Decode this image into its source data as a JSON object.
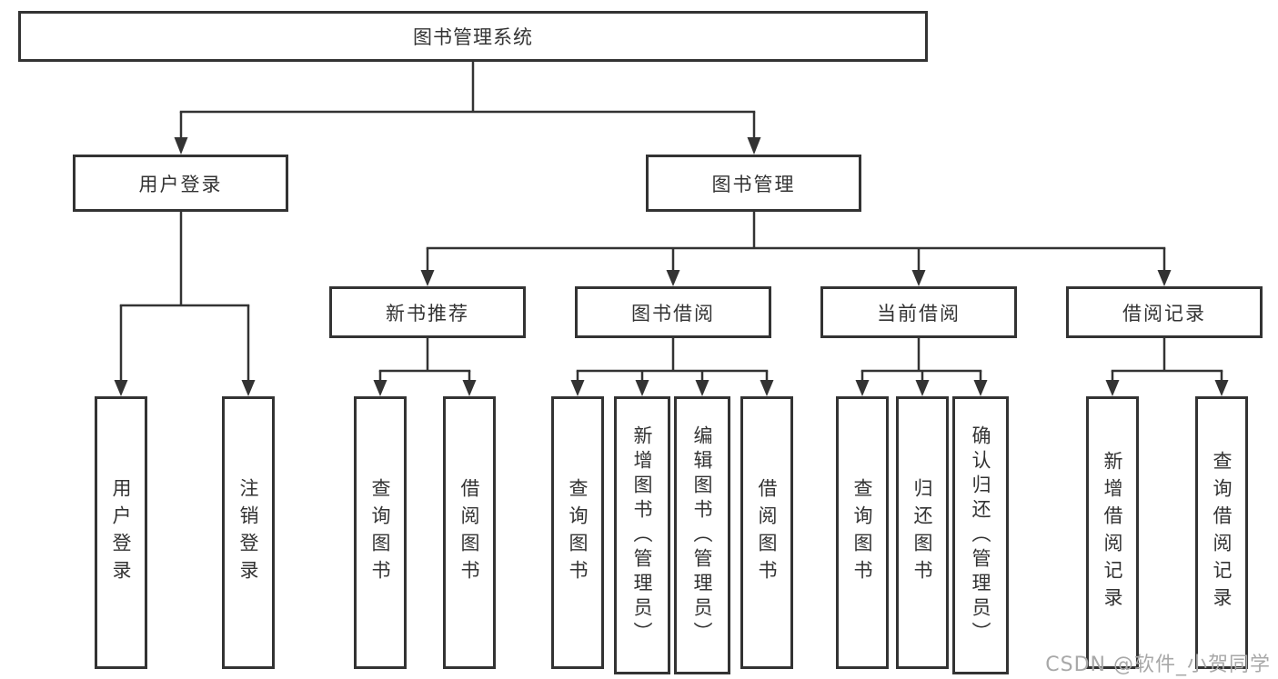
{
  "diagram": {
    "type": "hierarchy-tree",
    "title": "图书管理系统",
    "root": {
      "label": "图书管理系统",
      "children": [
        {
          "label": "用户登录",
          "children": [
            {
              "label": "用户登录"
            },
            {
              "label": "注销登录"
            }
          ]
        },
        {
          "label": "图书管理",
          "children": [
            {
              "label": "新书推荐",
              "children": [
                {
                  "label": "查询图书"
                },
                {
                  "label": "借阅图书"
                }
              ]
            },
            {
              "label": "图书借阅",
              "children": [
                {
                  "label": "查询图书"
                },
                {
                  "label": "新增图书（管理员）"
                },
                {
                  "label": "编辑图书（管理员）"
                },
                {
                  "label": "借阅图书"
                }
              ]
            },
            {
              "label": "当前借阅",
              "children": [
                {
                  "label": "查询图书"
                },
                {
                  "label": "归还图书"
                },
                {
                  "label": "确认归还（管理员）"
                }
              ]
            },
            {
              "label": "借阅记录",
              "children": [
                {
                  "label": "新增借阅记录"
                },
                {
                  "label": "查询借阅记录"
                }
              ]
            }
          ]
        }
      ]
    }
  },
  "watermark": "CSDN @软件_小贺同学",
  "colors": {
    "line": "#333333",
    "box_border": "#333333",
    "text": "#333333",
    "watermark": "#a8a8a8",
    "background": "#ffffff"
  }
}
